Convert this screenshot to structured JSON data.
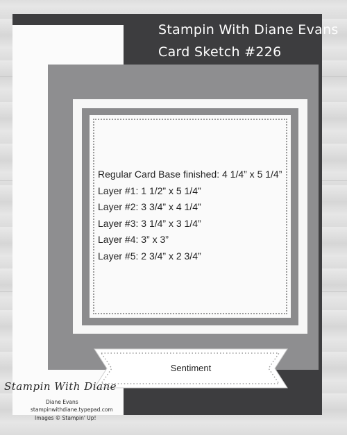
{
  "header": {
    "line1": "Stampin With Diane Evans",
    "line2": "Card Sketch #226"
  },
  "specs": [
    "Regular Card Base finished:  4 1/4” x 5 1/4”",
    "Layer #1:  1 1/2” x 5 1/4”",
    "Layer #2:  3 3/4” x 4  1/4”",
    "Layer #3: 3 1/4” x 3 1/4”",
    "Layer #4:  3” x 3”",
    "Layer #5:  2 3/4” x 2 3/4”"
  ],
  "banner": {
    "sentiment": "Sentiment"
  },
  "watermark": {
    "logo": "Stampin With Diane",
    "name": "Diane Evans",
    "site": "stampinwithdiane.typepad.com",
    "credit": "Images © Stampin' Up!"
  },
  "colors": {
    "card_base": "#3d3d3f",
    "layer_gray": "#8e8e90",
    "paper_white": "#fafafa"
  }
}
